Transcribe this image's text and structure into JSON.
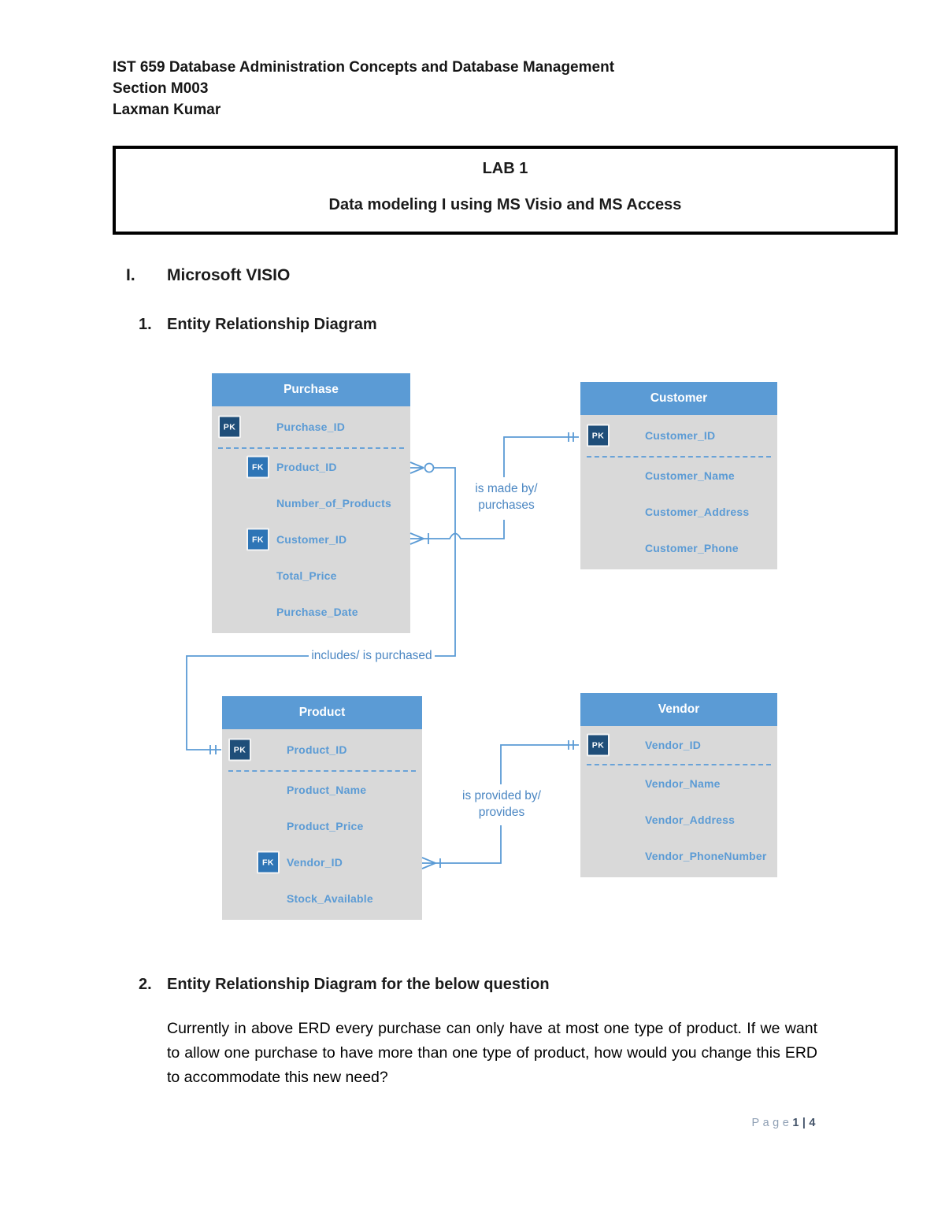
{
  "document": {
    "header_lines": [
      "IST 659 Database Administration Concepts and Database Management",
      "Section M003",
      "Laxman Kumar"
    ],
    "lab_box": {
      "title": "LAB 1",
      "subtitle": "Data modeling I using MS Visio and MS Access"
    },
    "section1": {
      "numeral": "I.",
      "title": "Microsoft VISIO"
    },
    "sub1": {
      "number": "1.",
      "title": "Entity Relationship Diagram"
    },
    "sub2": {
      "number": "2.",
      "title": "Entity Relationship Diagram for the below question"
    },
    "question_paragraph": "Currently in above ERD every purchase can only have at most one type of product. If we want to allow one purchase to have more than one type of product, how would you change this ERD to accommodate this new need?",
    "footer": {
      "page_word": "Page",
      "page_number": "1|4"
    }
  },
  "diagram": {
    "badges": {
      "pk": "PK",
      "fk": "FK"
    },
    "colors": {
      "entity_header": "#5b9bd5",
      "entity_body": "#d9d9d9",
      "pk_badge": "#1f4e79",
      "fk_badge": "#2e75b6",
      "connector": "#5b9bd5",
      "attribute_text": "#5b9bd5",
      "relationship_label": "#4a86c2"
    },
    "entities": {
      "purchase": {
        "title": "Purchase",
        "attributes": {
          "purchase_id": "Purchase_ID",
          "product_id": "Product_ID",
          "number_of_products": "Number_of_Products",
          "customer_id": "Customer_ID",
          "total_price": "Total_Price",
          "purchase_date": "Purchase_Date"
        }
      },
      "customer": {
        "title": "Customer",
        "attributes": {
          "customer_id": "Customer_ID",
          "customer_name": "Customer_Name",
          "customer_address": "Customer_Address",
          "customer_phone": "Customer_Phone"
        }
      },
      "product": {
        "title": "Product",
        "attributes": {
          "product_id": "Product_ID",
          "product_name": "Product_Name",
          "product_price": "Product_Price",
          "vendor_id": "Vendor_ID",
          "stock_available": "Stock_Available"
        }
      },
      "vendor": {
        "title": "Vendor",
        "attributes": {
          "vendor_id": "Vendor_ID",
          "vendor_name": "Vendor_Name",
          "vendor_address": "Vendor_Address",
          "vendor_phonenumber": "Vendor_PhoneNumber"
        }
      }
    },
    "relationships": {
      "purchase_customer": {
        "line1": "is made by/",
        "line2": "purchases"
      },
      "purchase_product": {
        "label": "includes/ is purchased"
      },
      "product_vendor": {
        "line1": "is provided by/",
        "line2": "provides"
      }
    }
  }
}
